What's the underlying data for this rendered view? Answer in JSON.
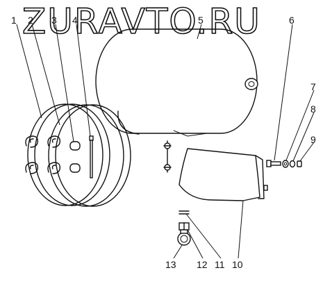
{
  "watermark": "ZURAVTO.RU",
  "callouts": {
    "c1": "1",
    "c2": "2",
    "c3": "3",
    "c4": "4",
    "c5": "5",
    "c6": "6",
    "c7": "7",
    "c8": "8",
    "c9": "9",
    "c10": "10",
    "c11": "11",
    "c12": "12",
    "c13": "13"
  }
}
